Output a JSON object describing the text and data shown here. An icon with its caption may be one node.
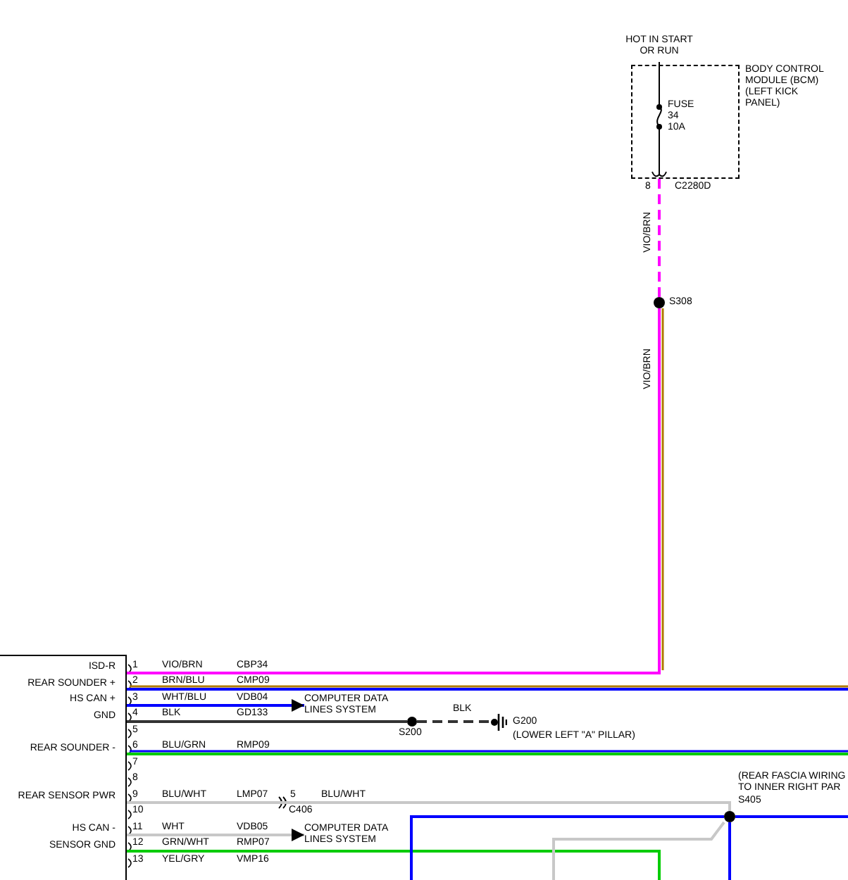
{
  "diagram": {
    "nodes": [
      {
        "text": [
          "ISD-R",
          "REAR SOUNDER +",
          "HS CAN +",
          "GND",
          "REAR SOUNDER -",
          "REAR SENSOR PWR",
          "HS CAN -",
          "SENSOR GND"
        ]
      },
      {
        "text": [
          "BODY CONTROL MODULE (BCM) (LEFT KICK PANEL)"
        ]
      },
      {
        "text": [
          "S308"
        ]
      },
      {
        "text": [
          "COMPUTER DATA LINES SYSTEM"
        ]
      },
      {
        "text": [
          "S200"
        ]
      },
      {
        "text": [
          "G200",
          "(LOWER LEFT \"A\" PILLAR)"
        ]
      },
      {
        "text": [
          "COMPUTER DATA LINES SYSTEM"
        ]
      },
      {
        "text": [
          "(REAR FASCIA WIRING TO INNER RIGHT PAR",
          "S405"
        ]
      }
    ],
    "edges": [
      {
        "from": 1,
        "to": 2,
        "arrow": "none",
        "label": "VIO/BRN",
        "style": "dashed",
        "color": "#ff00ff"
      },
      {
        "from": 2,
        "to": 0,
        "arrow": "none",
        "label": "VIO/BRN",
        "color": "#ff00ff"
      },
      {
        "from": 0,
        "to": null,
        "arrow": "none",
        "color": "#0000ff"
      },
      {
        "from": 0,
        "to": 3,
        "arrow": "to",
        "color": "#0000ff"
      },
      {
        "from": 0,
        "to": 4,
        "arrow": "none",
        "color": "#333333"
      },
      {
        "from": 4,
        "to": 5,
        "arrow": "none",
        "label": "BLK",
        "style": "dashed",
        "color": "#333333"
      },
      {
        "from": 0,
        "to": null,
        "arrow": "none",
        "color": "#00cc00"
      },
      {
        "from": 0,
        "to": 7,
        "arrow": "none",
        "color": "#c8c8c8"
      },
      {
        "from": 0,
        "to": 6,
        "arrow": "to",
        "color": "#c8c8c8"
      },
      {
        "from": 0,
        "to": null,
        "arrow": "none",
        "color": "#00cc00"
      },
      {
        "from": null,
        "to": 7,
        "arrow": "none",
        "color": "#0000ff"
      },
      {
        "from": 7,
        "to": null,
        "arrow": "none",
        "color": "#0000ff"
      },
      {
        "from": 7,
        "to": null,
        "arrow": "none",
        "color": "#0000ff"
      },
      {
        "from": null,
        "to": 7,
        "arrow": "none",
        "color": "#c8c8c8"
      }
    ],
    "labels": [
      "HOT IN START OR RUN",
      "FUSE 34 10A",
      "8",
      "C2280D",
      "1",
      "VIO/BRN",
      "CBP34",
      "2",
      "BRN/BLU",
      "CMP09",
      "3",
      "WHT/BLU",
      "VDB04",
      "4",
      "BLK",
      "GD133",
      "5",
      "6",
      "BLU/GRN",
      "RMP09",
      "7",
      "8",
      "9",
      "BLU/WHT",
      "LMP07",
      "5",
      "BLU/WHT",
      "10",
      "C406",
      "11",
      "WHT",
      "VDB05",
      "12",
      "GRN/WHT",
      "RMP07",
      "13",
      "YEL/GRY",
      "VMP16"
    ]
  }
}
